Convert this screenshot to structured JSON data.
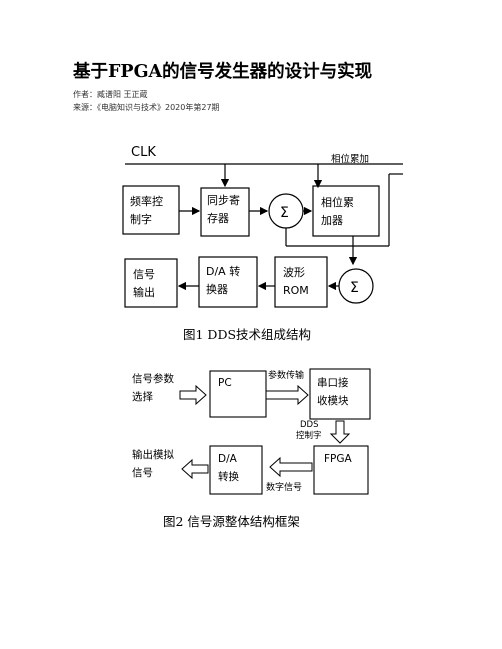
{
  "doc": {
    "title": "基于FPGA的信号发生器的设计与实现",
    "authors": "作者：臧谱阳 王正蔵",
    "source": "来源：《电脑知识与技术》2020年第27期"
  },
  "fig1": {
    "clk": "CLK",
    "phase_offset": "相位累加",
    "freq_ctrl": [
      "频率控",
      "制字"
    ],
    "sync_reg": [
      "同步寄",
      "存器"
    ],
    "sum": "Σ",
    "phase_acc": [
      "相位累",
      "加器"
    ],
    "output": [
      "信号",
      "输出"
    ],
    "da": [
      "D/A 转",
      "换器"
    ],
    "rom": [
      "波形",
      "ROM"
    ],
    "caption": "图1   DDS技术组成结构"
  },
  "fig2": {
    "param_select": [
      "信号参数",
      "选择"
    ],
    "pc": "PC",
    "param_transfer": "参数传输",
    "serial": [
      "串口接",
      "收模块"
    ],
    "dds_ctrl": [
      "DDS",
      "控制字"
    ],
    "fpga": "FPGA",
    "digital_signal": "数字信号",
    "da": [
      "D/A",
      "转换"
    ],
    "analog_out": [
      "输出模拟",
      "信号"
    ],
    "caption": "图2  信号源整体结构框架"
  }
}
